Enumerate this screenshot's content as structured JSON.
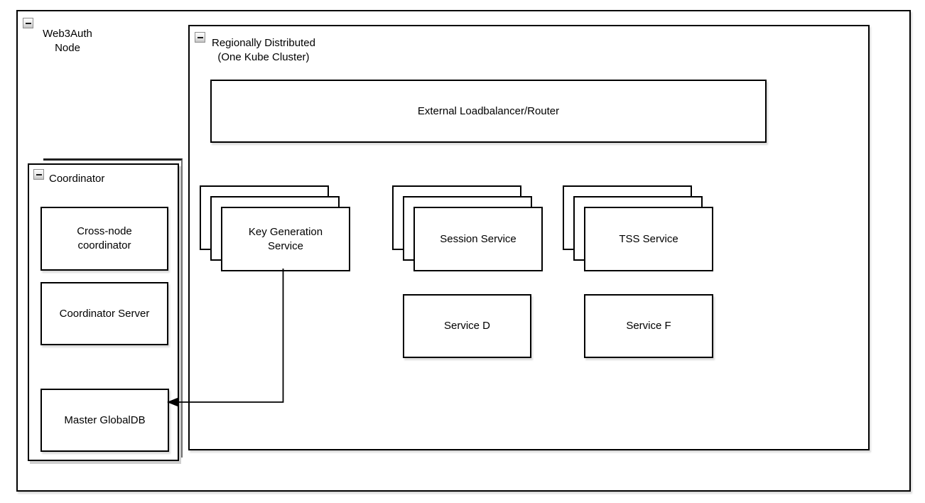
{
  "colors": {
    "stroke": "#000000",
    "fill": "#ffffff",
    "coordinator_shadow": "#cfcfcf",
    "collapse_border": "#8f8f8f"
  },
  "icons": {
    "collapse": "minus"
  },
  "nodes": {
    "web3auth": {
      "line1": "Web3Auth",
      "line2": "Node"
    },
    "kube": {
      "line1": "Regionally Distributed",
      "line2": "(One Kube Cluster)"
    },
    "loadbalancer": {
      "label": "External Loadbalancer/Router"
    },
    "coordinator": {
      "label": "Coordinator"
    },
    "cross_node": {
      "line1": "Cross-node",
      "line2": "coordinator"
    },
    "coordinator_server": {
      "label": "Coordinator Server"
    },
    "master_globaldb": {
      "label": "Master GlobalDB"
    },
    "key_generation": {
      "line1": "Key Generation",
      "line2": "Service"
    },
    "session_service": {
      "label": "Session Service"
    },
    "tss_service": {
      "label": "TSS Service"
    },
    "service_d": {
      "label": "Service D"
    },
    "service_f": {
      "label": "Service F"
    }
  },
  "edge": {
    "type": "orthogonal-arrow",
    "from": "Key Generation Service",
    "to": "Master GlobalDB"
  }
}
